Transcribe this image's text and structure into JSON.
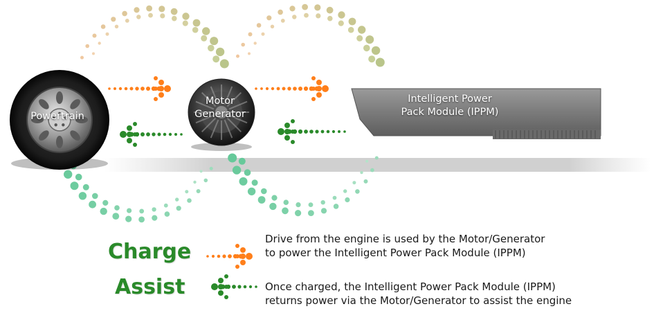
{
  "nodes": {
    "powertrain": "Powertrain",
    "motor_line1": "Motor",
    "motor_line2": "Generator",
    "ippm_line1": "Intelligent Power",
    "ippm_line2": "Pack Module (IPPM)"
  },
  "legend": {
    "charge": {
      "title": "Charge",
      "line1": "Drive from the engine is used by the Motor/Generator",
      "line2": "to power the Intelligent Power Pack Module (IPPM)"
    },
    "assist": {
      "title": "Assist",
      "line1": "Once charged, the Intelligent Power Pack Module (IPPM)",
      "line2": "returns power via the Motor/Generator to assist the engine"
    }
  },
  "colors": {
    "charge": "#ff7f1a",
    "assist": "#2a8a2a",
    "orbit_top": "#e8c890",
    "orbit_bottom": "#66c99a"
  }
}
